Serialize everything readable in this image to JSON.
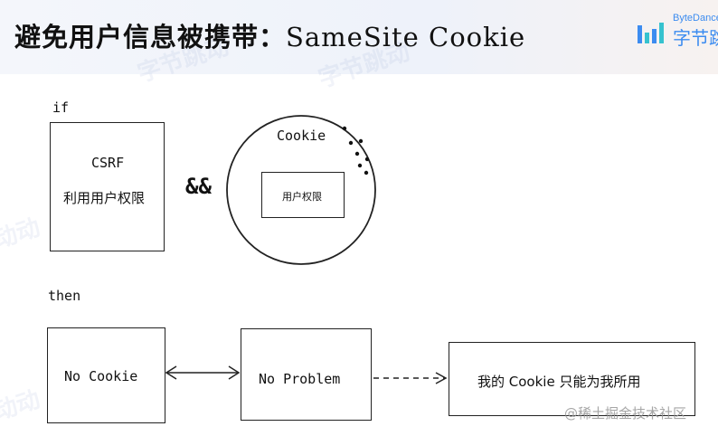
{
  "header": {
    "title_cn": "避免用户信息被携带：",
    "title_en": "SameSite Cookie",
    "logo_en": "ByteDance",
    "logo_cn": "字节跳"
  },
  "watermarks": [
    "动动",
    "字节跳动",
    "字节跳动"
  ],
  "diagram": {
    "if_label": "if",
    "then_label": "then",
    "csrf_title": "CSRF",
    "csrf_sub": "利用用户权限",
    "and_op": "&&",
    "cookie_label": "Cookie",
    "cookie_inner": "用户权限",
    "no_cookie": "No Cookie",
    "no_problem": "No Problem",
    "my_cookie": "我的 Cookie 只能为我所用"
  },
  "footer": {
    "source": "@稀土掘金技术社区"
  }
}
